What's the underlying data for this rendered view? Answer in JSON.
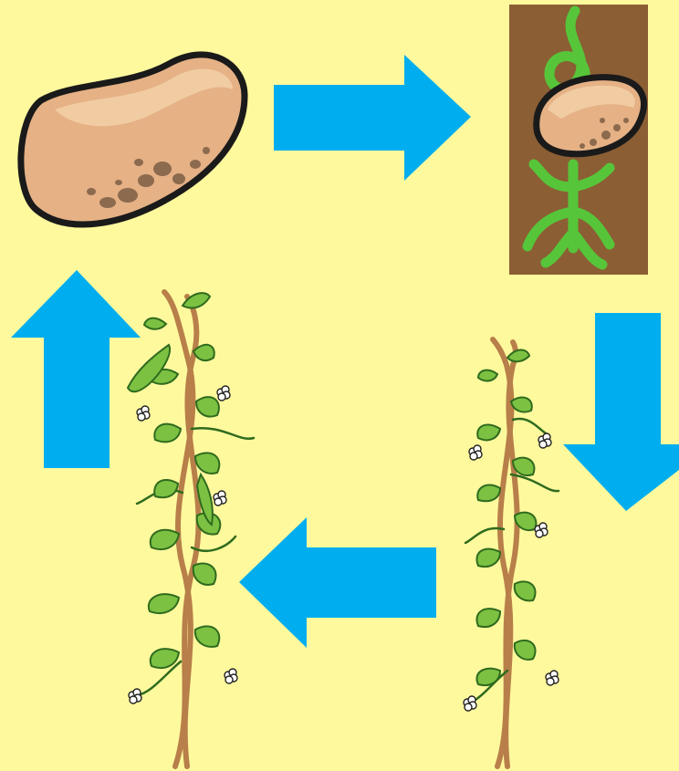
{
  "colors": {
    "background": "#FFF99D",
    "arrow": "#00AEEF",
    "bean_fill": "#E5B185",
    "bean_highlight": "#F2CFA5",
    "bean_outline": "#1A1A1A",
    "bean_spots": "#8C6A4E",
    "soil": "#8B5E34",
    "sprout_green": "#57C53A",
    "leaf_green": "#7CC142",
    "leaf_dark": "#2F6B1E",
    "stem_brown": "#B87F4A",
    "flower_white": "#FFFFFF"
  },
  "diagram": {
    "type": "cycle",
    "stages": [
      {
        "id": "seed",
        "icon": "bean-seed-icon"
      },
      {
        "id": "germinating",
        "icon": "germinating-bean-icon"
      },
      {
        "id": "young-plant",
        "icon": "young-beanstalk-icon"
      },
      {
        "id": "mature-plant",
        "icon": "mature-beanstalk-with-pods-icon"
      }
    ],
    "arrows": [
      {
        "from": "seed",
        "to": "germinating",
        "direction": "right"
      },
      {
        "from": "germinating",
        "to": "young-plant",
        "direction": "down"
      },
      {
        "from": "young-plant",
        "to": "mature-plant",
        "direction": "left"
      },
      {
        "from": "mature-plant",
        "to": "seed",
        "direction": "up"
      }
    ]
  }
}
